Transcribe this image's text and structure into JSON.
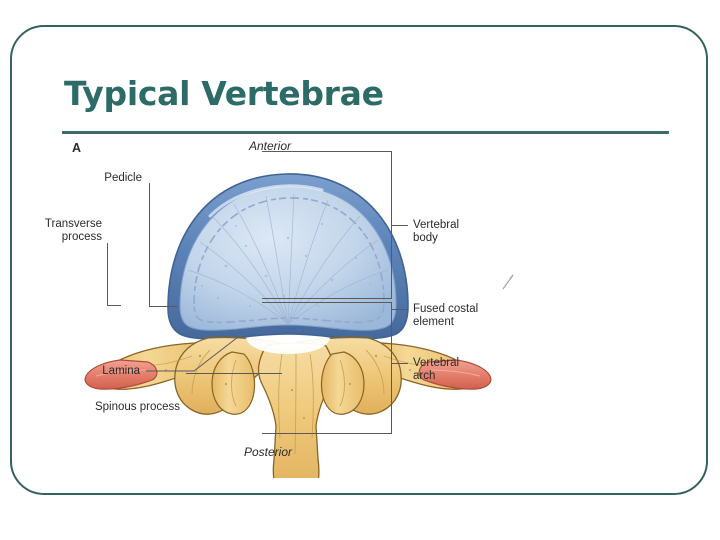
{
  "slide": {
    "title": "Typical Vertebrae",
    "accent_color": "#2c6b68",
    "border_color": "#34625f",
    "rule_color": "#3c6b69",
    "background": "#ffffff"
  },
  "figure": {
    "panel_letter": "A",
    "orientation_top": "Anterior",
    "orientation_bottom": "Posterior",
    "labels_left": [
      {
        "text": "Pedicle"
      },
      {
        "text": "Transverse\nprocess"
      },
      {
        "text": "Lamina"
      },
      {
        "text": "Spinous process"
      }
    ],
    "labels_right": [
      {
        "text": "Vertebral\nbody"
      },
      {
        "text": "Fused costal\nelement"
      },
      {
        "text": "Vertebral\narch"
      }
    ],
    "colors": {
      "body_outline": "#5e86bd",
      "body_fill": "#b9cde6",
      "body_inner": "#c9d9ec",
      "arch_fill": "#f0c97a",
      "arch_outline": "#7a5a2a",
      "costal_fill": "#e8806f",
      "costal_outline": "#b04a38",
      "leader_color": "#5a5a5a",
      "text_color": "#2b2b2b"
    }
  }
}
